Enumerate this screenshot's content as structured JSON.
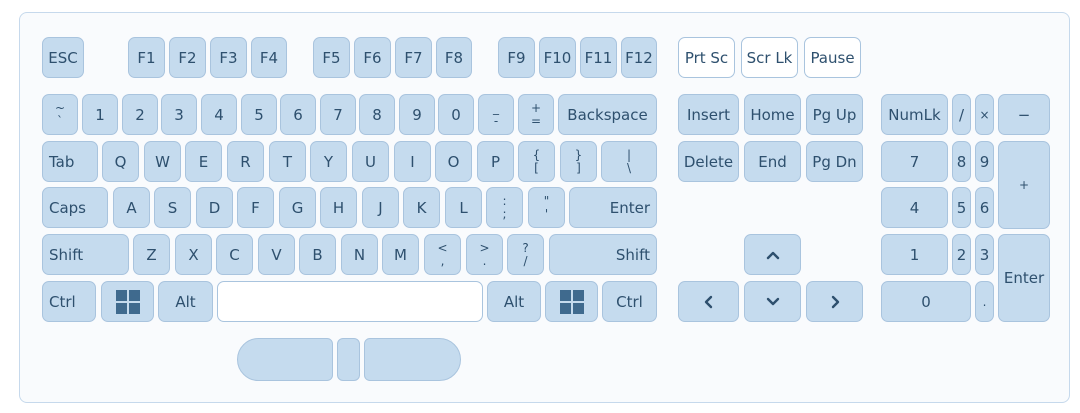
{
  "keys": {
    "esc": "ESC",
    "f1": "F1",
    "f2": "F2",
    "f3": "F3",
    "f4": "F4",
    "f5": "F5",
    "f6": "F6",
    "f7": "F7",
    "f8": "F8",
    "f9": "F9",
    "f10": "F10",
    "f11": "F11",
    "f12": "F12",
    "prtsc": "Prt Sc",
    "scrlk": "Scr Lk",
    "pause": "Pause",
    "tilde_top": "~",
    "tilde_bottom": "`",
    "n1": "1",
    "n2": "2",
    "n3": "3",
    "n4": "4",
    "n5": "5",
    "n6": "6",
    "n7": "7",
    "n8": "8",
    "n9": "9",
    "n0": "0",
    "minus_top": "_",
    "minus_bottom": "-",
    "plus_top": "+",
    "plus_bottom": "=",
    "backspace": "Backspace",
    "insert": "Insert",
    "home": "Home",
    "pgup": "Pg Up",
    "numlk": "NumLk",
    "np_div": "/",
    "np_mul": "×",
    "np_sub": "−",
    "tab": "Tab",
    "q": "Q",
    "w": "W",
    "e": "E",
    "r": "R",
    "t": "T",
    "y": "Y",
    "u": "U",
    "i": "I",
    "o": "O",
    "p": "P",
    "lbrace_top": "{",
    "lbrace_bottom": "[",
    "rbrace_top": "}",
    "rbrace_bottom": "]",
    "pipe_top": "|",
    "pipe_bottom": "\\",
    "delete": "Delete",
    "end": "End",
    "pgdn": "Pg Dn",
    "np7": "7",
    "np8": "8",
    "np9": "9",
    "np_add": "+",
    "caps": "Caps",
    "a": "A",
    "s": "S",
    "d": "D",
    "f": "F",
    "g": "G",
    "h": "H",
    "j": "J",
    "k": "K",
    "l": "L",
    "colon_top": ":",
    "colon_bottom": ";",
    "quote_top": "\"",
    "quote_bottom": "'",
    "enter": "Enter",
    "np4": "4",
    "np5": "5",
    "np6": "6",
    "shift_left": "Shift",
    "z": "Z",
    "x": "X",
    "c": "C",
    "v": "V",
    "b": "B",
    "n": "N",
    "m": "M",
    "lt_top": "<",
    "lt_bottom": ",",
    "gt_top": ">",
    "gt_bottom": ".",
    "q_top": "?",
    "q_bottom": "/",
    "shift_right": "Shift",
    "np1": "1",
    "np2": "2",
    "np3": "3",
    "np_enter": "Enter",
    "ctrl_left": "Ctrl",
    "alt_left": "Alt",
    "space": "",
    "alt_right": "Alt",
    "ctrl_right": "Ctrl",
    "np0": "0",
    "np_dot": "."
  },
  "icons": {
    "windows": "windows-icon",
    "up": "arrow-up-icon",
    "down": "arrow-down-icon",
    "left": "arrow-left-icon",
    "right": "arrow-right-icon"
  },
  "colors": {
    "key_fill": "#c5dbee",
    "key_border": "#a9c4de",
    "key_text": "#2e506e",
    "frame_border": "#c6d9ec"
  }
}
